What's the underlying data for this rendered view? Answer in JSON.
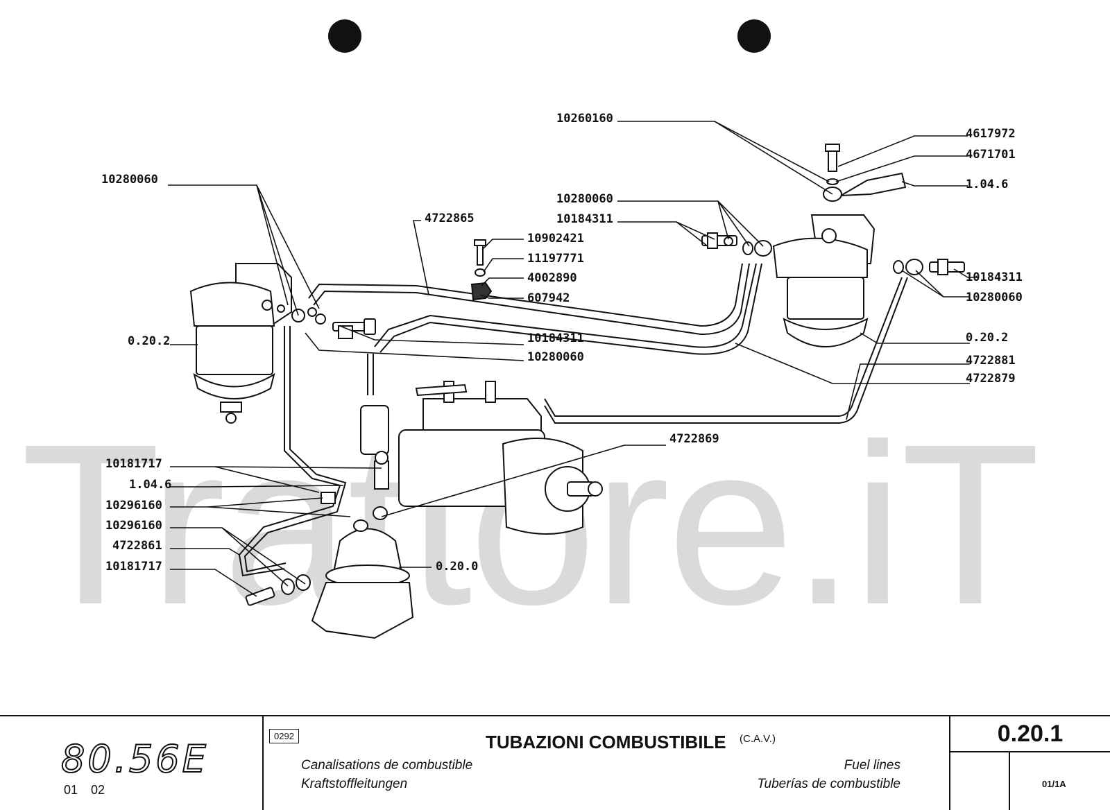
{
  "watermark": "Trattore.iT",
  "callouts": {
    "c1": "10280060",
    "c2": "4722865",
    "c3": "10902421",
    "c4": "11197771",
    "c5": "4002890",
    "c6": "607942",
    "c7": "10260160",
    "c8": "10280060",
    "c9": "10184311",
    "c10": "4617972",
    "c11": "4671701",
    "c12": "1.04.6",
    "c13": "10184311",
    "c14": "10280060",
    "c15": "0.20.2",
    "c16": "0.20.2",
    "c17": "10184311",
    "c18": "10280060",
    "c19": "4722881",
    "c20": "4722879",
    "c21": "4722869",
    "c22": "10181717",
    "c23": "1.04.6",
    "c24": "10296160",
    "c25": "10296160",
    "c26": "4722861",
    "c27": "10181717",
    "c28": "0.20.0"
  },
  "title_block": {
    "model": "80.56E",
    "model_code": "01 02",
    "figure_code": "0292",
    "title_it": "TUBAZIONI COMBUSTIBILE",
    "title_note": "(C.A.V.)",
    "title_fr": "Canalisations de combustible",
    "title_de": "Kraftstoffleitungen",
    "title_en": "Fuel lines",
    "title_es": "Tuberías de combustible",
    "section": "0.20.1",
    "page": "01/1A"
  }
}
